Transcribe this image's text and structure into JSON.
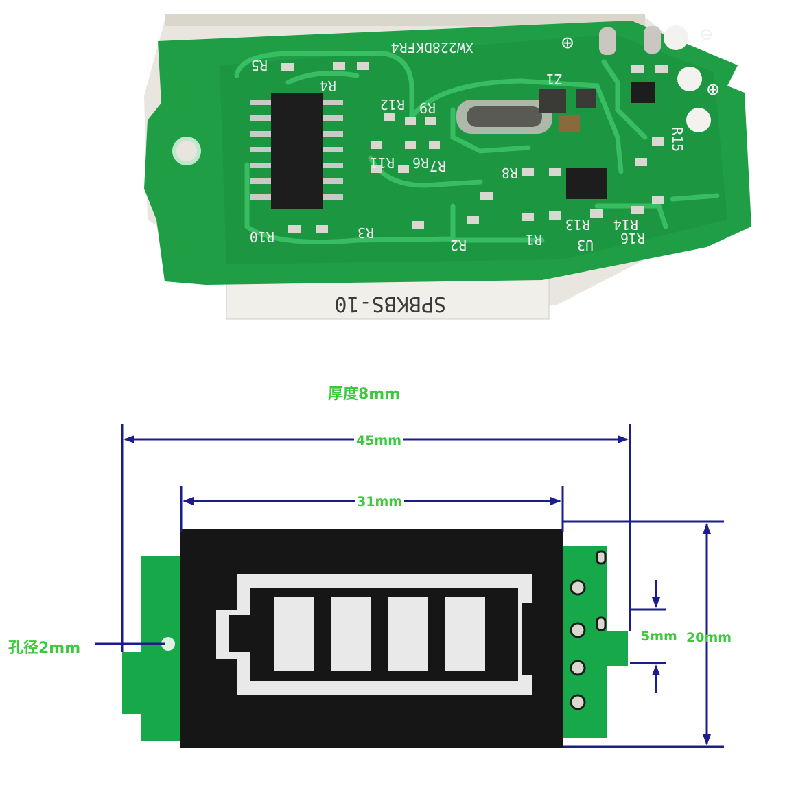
{
  "photo": {
    "board_markings": {
      "model": "XW228DKFR4",
      "sticker": "SPBKBS-10",
      "components": [
        "R4",
        "R5",
        "R12",
        "R9",
        "R11",
        "R6",
        "R10",
        "R3",
        "R2",
        "R1",
        "R13",
        "R14",
        "R16",
        "U3",
        "R15",
        "R8",
        "R7",
        "Z1"
      ],
      "polarity": [
        "⊖",
        "⊕",
        "⊕"
      ]
    }
  },
  "diagram": {
    "thickness_label": "厚度8mm",
    "overall_width_label": "45mm",
    "display_width_label": "31mm",
    "hole_label": "孔径2mm",
    "pin_pitch_label": "5mm",
    "height_label": "20mm",
    "battery_bars": 4,
    "colors": {
      "dimension_line": "#1c1c8c",
      "label": "#3ec83e",
      "pcb": "#17a84a",
      "display": "#161616"
    }
  }
}
